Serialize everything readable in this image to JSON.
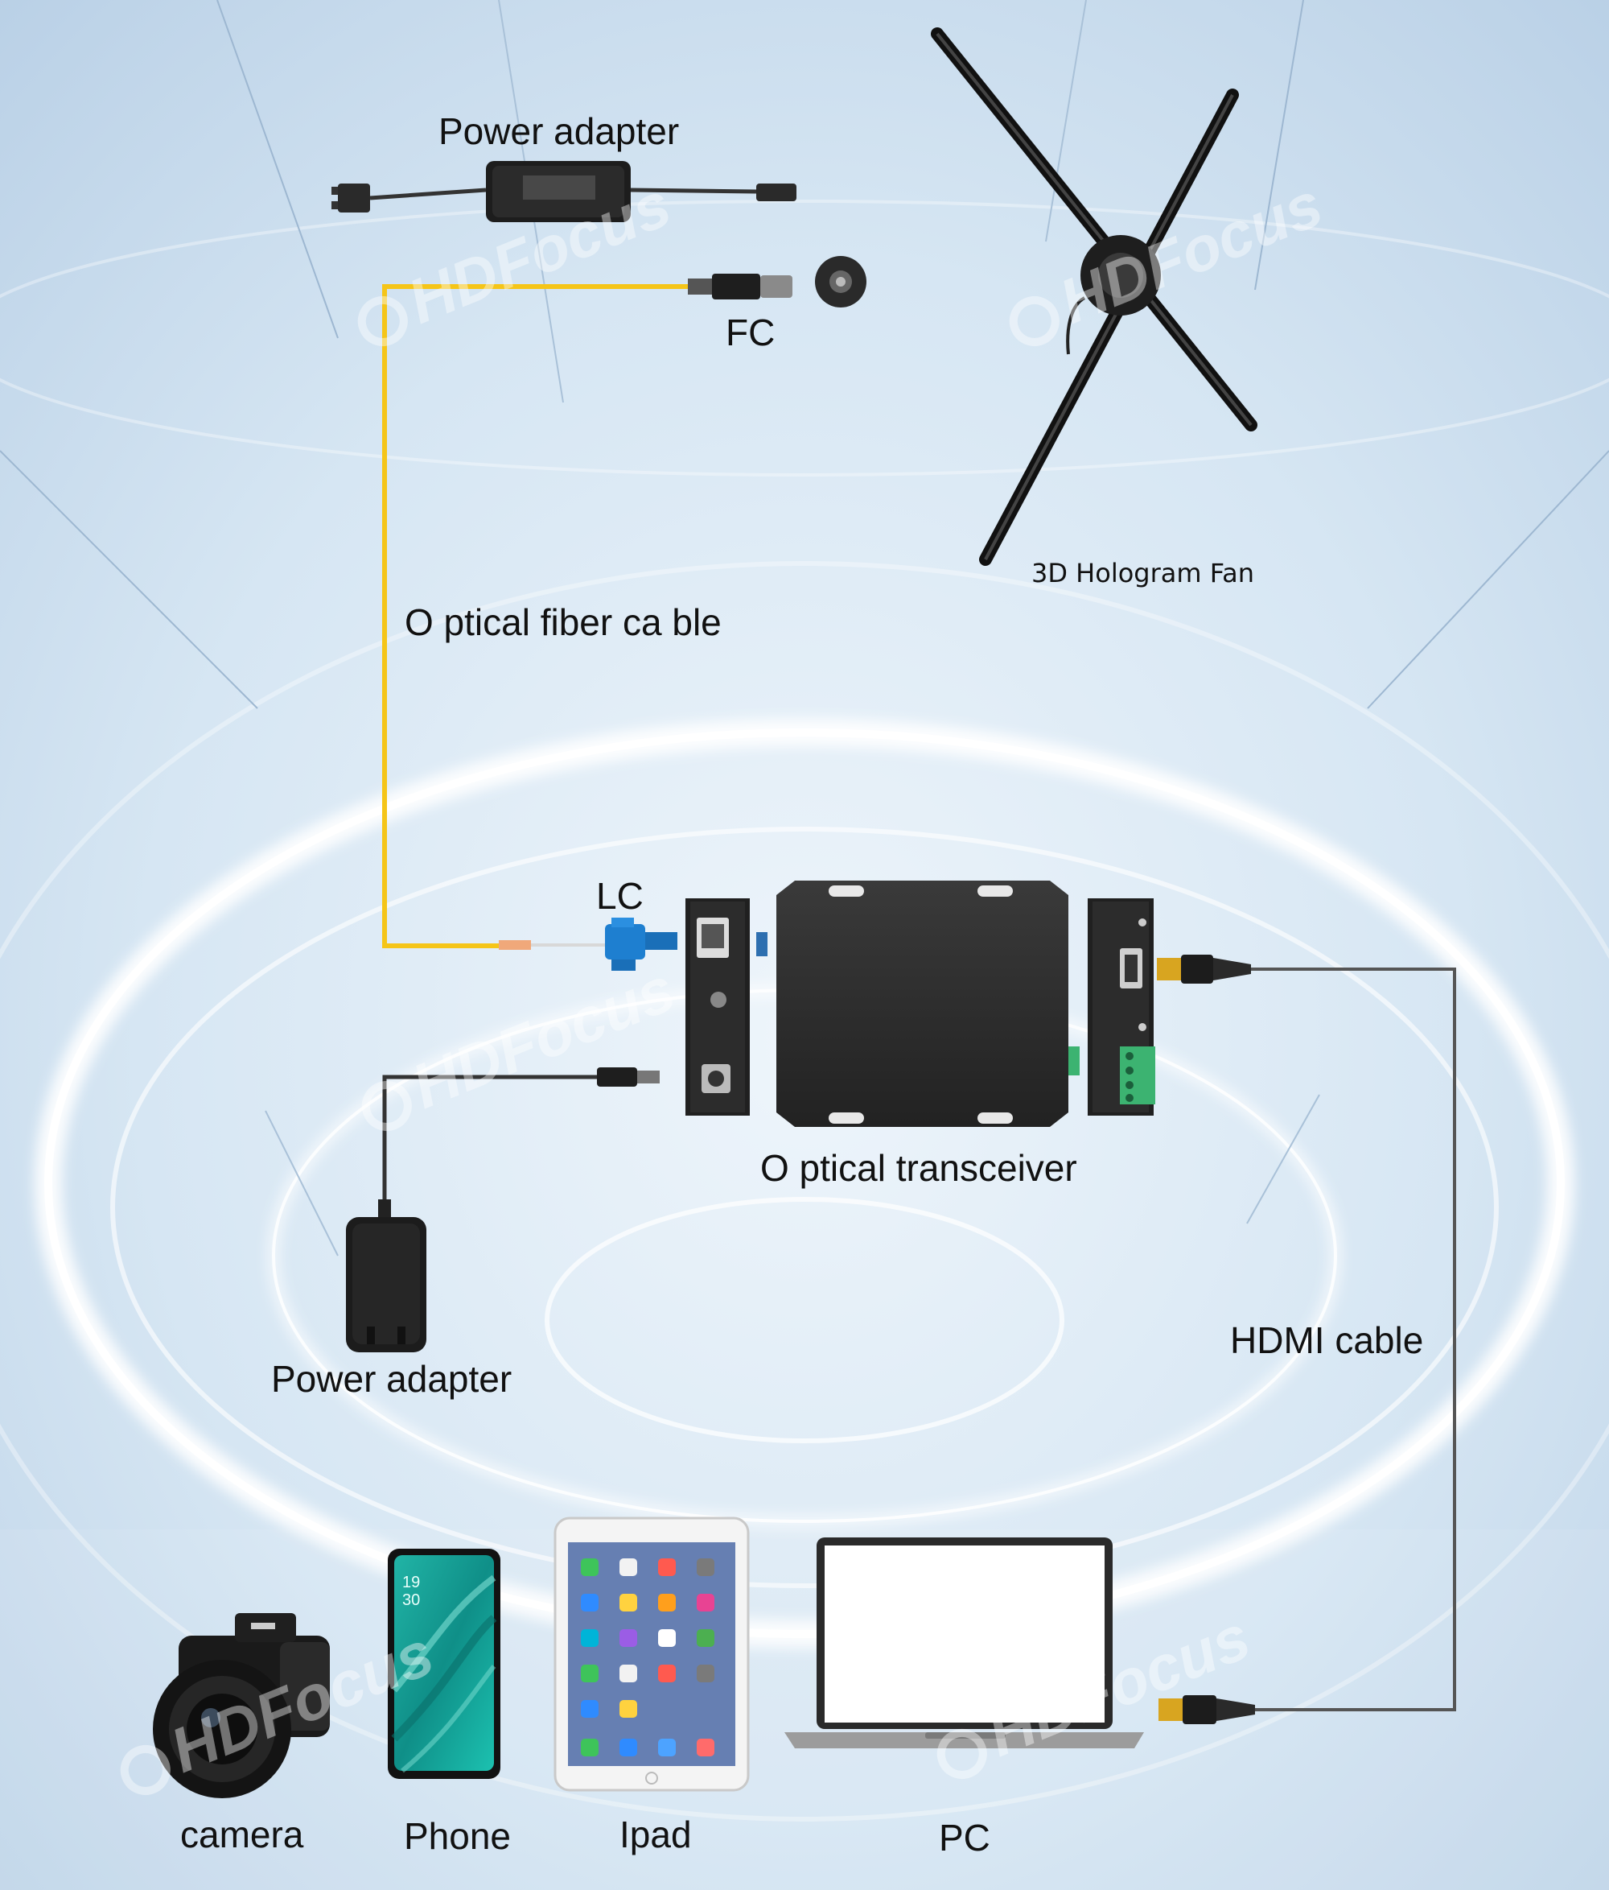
{
  "labels": {
    "power_adapter_top": "Power adapter",
    "fc": "FC",
    "hologram_fan": "3D Hologram Fan",
    "optical_fiber_cable": "O ptical fiber ca ble",
    "lc": "LC",
    "optical_transceiver": "O ptical transceiver",
    "power_adapter_bottom": "Power adapter",
    "hdmi_cable": "HDMI cable",
    "camera": "camera",
    "phone": "Phone",
    "ipad": "Ipad",
    "pc": "PC"
  },
  "watermark": "HDFocus",
  "phone_screen_time": "19\n30",
  "colors": {
    "fiber": "#f5c518",
    "cable": "#444444",
    "background": "#cfe0f0",
    "device_body": "#2e2e2e",
    "lc_connector": "#1e7fd0",
    "terminal_block": "#3cb371",
    "phone_screen": "#1aa39a"
  },
  "icons": [
    "power-adapter-icon",
    "fc-connector-icon",
    "hologram-fan-icon",
    "lc-connector-icon",
    "optical-transceiver-icon",
    "wall-adapter-icon",
    "camera-icon",
    "phone-icon",
    "ipad-icon",
    "laptop-icon",
    "hdmi-plug-icon"
  ]
}
